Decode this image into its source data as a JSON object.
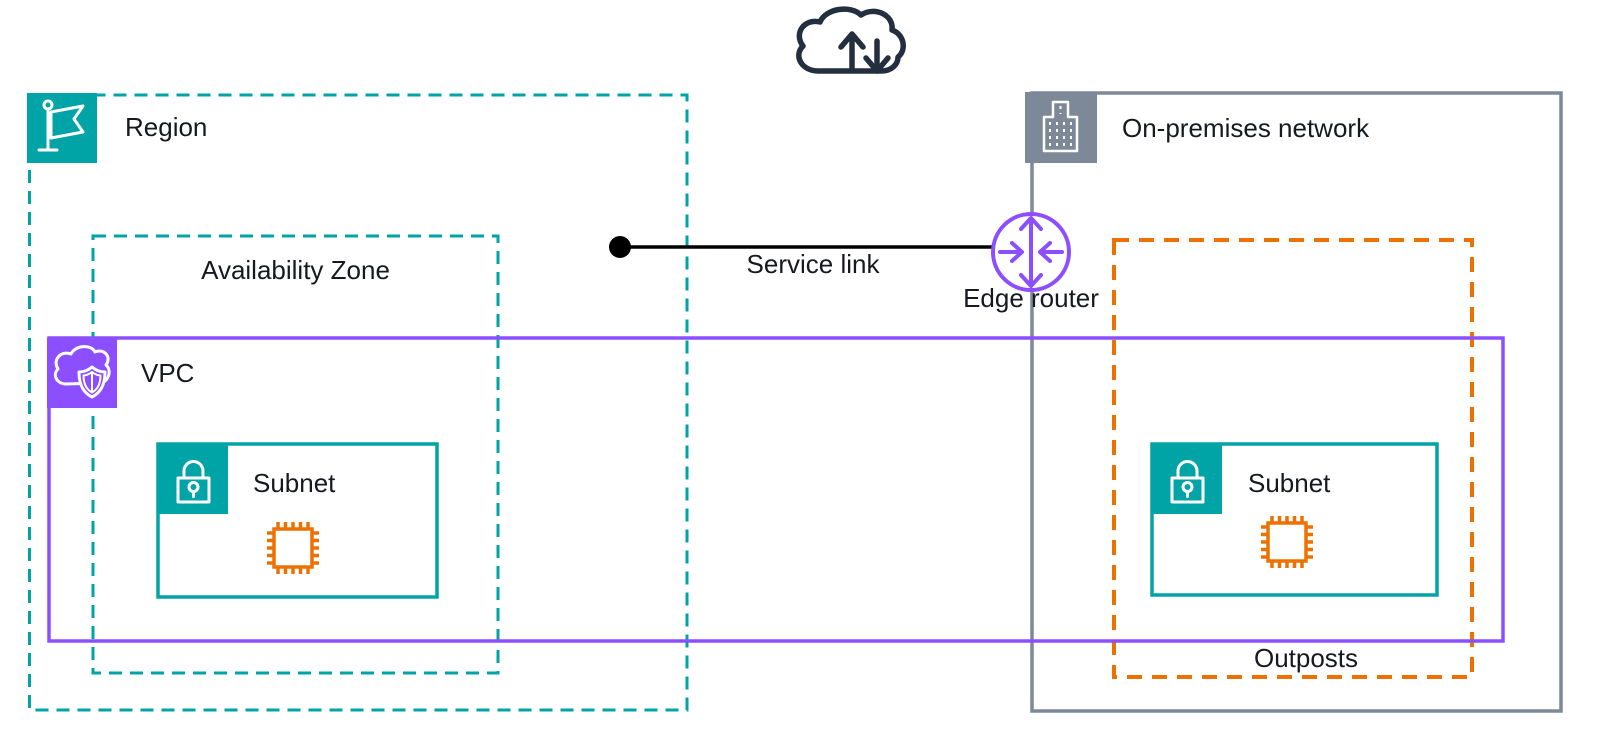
{
  "diagram": {
    "type": "aws-architecture-diagram",
    "labels": {
      "region": "Region",
      "availability_zone": "Availability Zone",
      "vpc": "VPC",
      "subnet_left": "Subnet",
      "subnet_right": "Subnet",
      "service_link": "Service link",
      "edge_router": "Edge router",
      "on_premises": "On-premises network",
      "outposts": "Outposts"
    },
    "icons": {
      "internet_cloud": "cloud-with-up-down-arrows-icon",
      "region": "flag-icon",
      "vpc": "cloud-shield-icon",
      "subnet": "lock-icon",
      "on_premises": "building-icon",
      "instance": "chip-icon",
      "edge_router": "router-arrows-icon"
    },
    "colors": {
      "teal": "#00A4A6",
      "purple": "#8C4FFF",
      "orange": "#ED7100",
      "gray": "#7D8998",
      "dark_navy": "#232F3E",
      "black": "#000000",
      "text": "#16191F",
      "background": "#FFFFFF"
    },
    "connections": [
      {
        "from": "region",
        "to": "edge_router",
        "label": "Service link",
        "style": "solid-black-with-endpoint-dot"
      }
    ]
  }
}
